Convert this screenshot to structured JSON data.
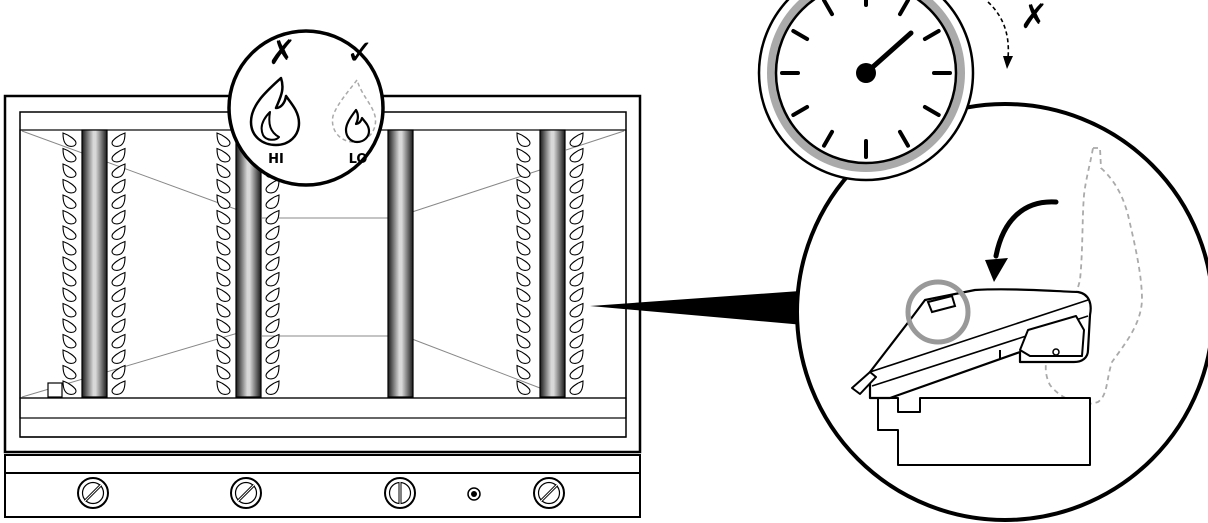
{
  "flame_settings": {
    "hi": {
      "label": "HI",
      "status_mark": "✗",
      "status": "not-recommended"
    },
    "lo": {
      "label": "LO",
      "status_mark": "✓",
      "status": "recommended"
    }
  },
  "timer_direction_mark": "✗",
  "burner_count": 4,
  "control_knob_count": 4,
  "colors": {
    "line": "#000000",
    "outline_grey": "#888888",
    "dashed_grey": "#aaaaaa",
    "highlight_circle": "#999999"
  }
}
